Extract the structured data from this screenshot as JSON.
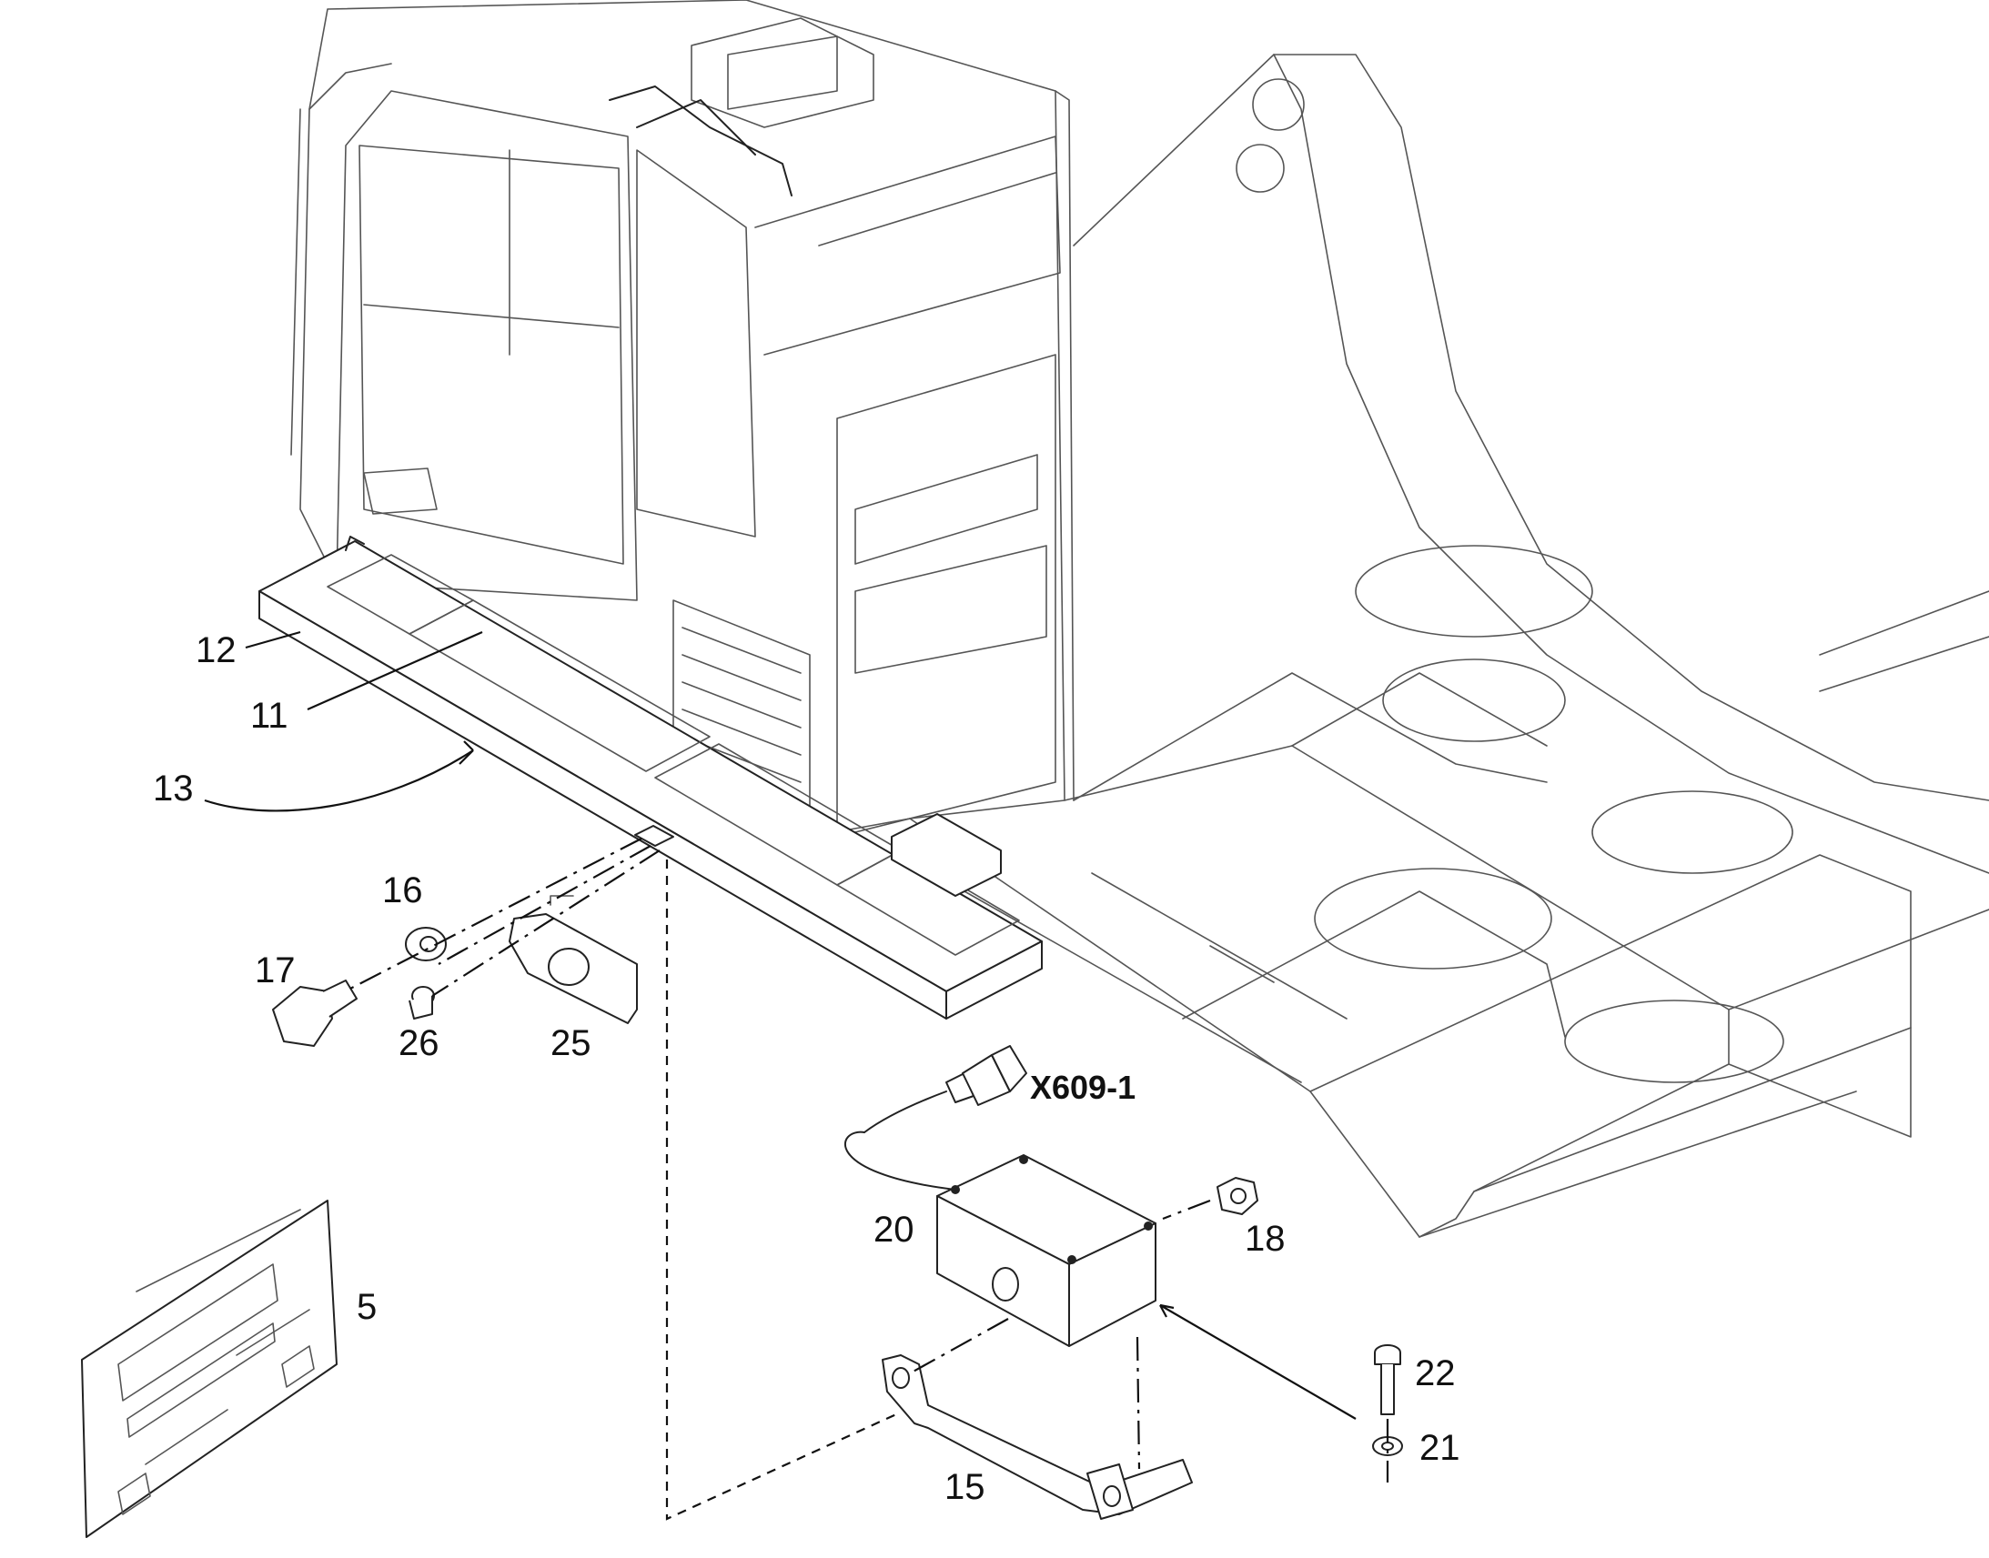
{
  "callouts": {
    "c12": "12",
    "c11": "11",
    "c13": "13",
    "c16": "16",
    "c17": "17",
    "c26": "26",
    "c25": "25",
    "c20": "20",
    "c18": "18",
    "c5": "5",
    "c22": "22",
    "c21": "21",
    "c15": "15",
    "connector": "X609-1"
  }
}
